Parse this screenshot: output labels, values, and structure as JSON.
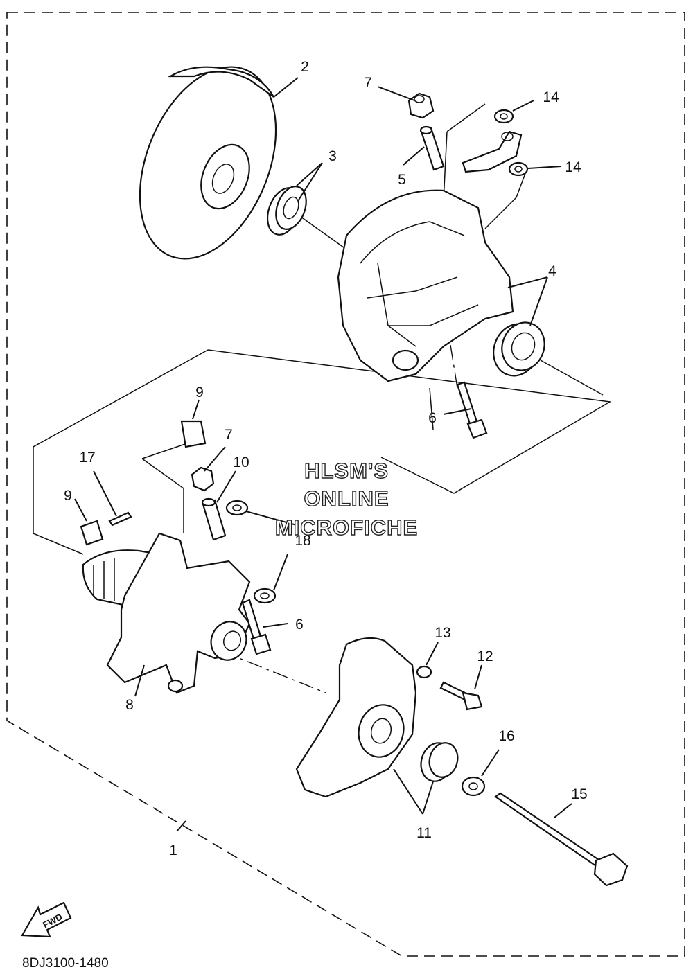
{
  "diagram": {
    "part_labels": [
      "1",
      "2",
      "3",
      "4",
      "5",
      "6",
      "7",
      "8",
      "9",
      "10",
      "11",
      "12",
      "13",
      "14",
      "15",
      "16",
      "17",
      "18"
    ],
    "extra_labels": {
      "l6b": "6",
      "l7b": "7",
      "l9b": "9",
      "l14b": "14"
    },
    "drawing_code": "8DJ3100-1480",
    "watermark": [
      "HLSM'S",
      "ONLINE",
      "MICROFICHE"
    ],
    "fwd_arrow": "FWD"
  }
}
